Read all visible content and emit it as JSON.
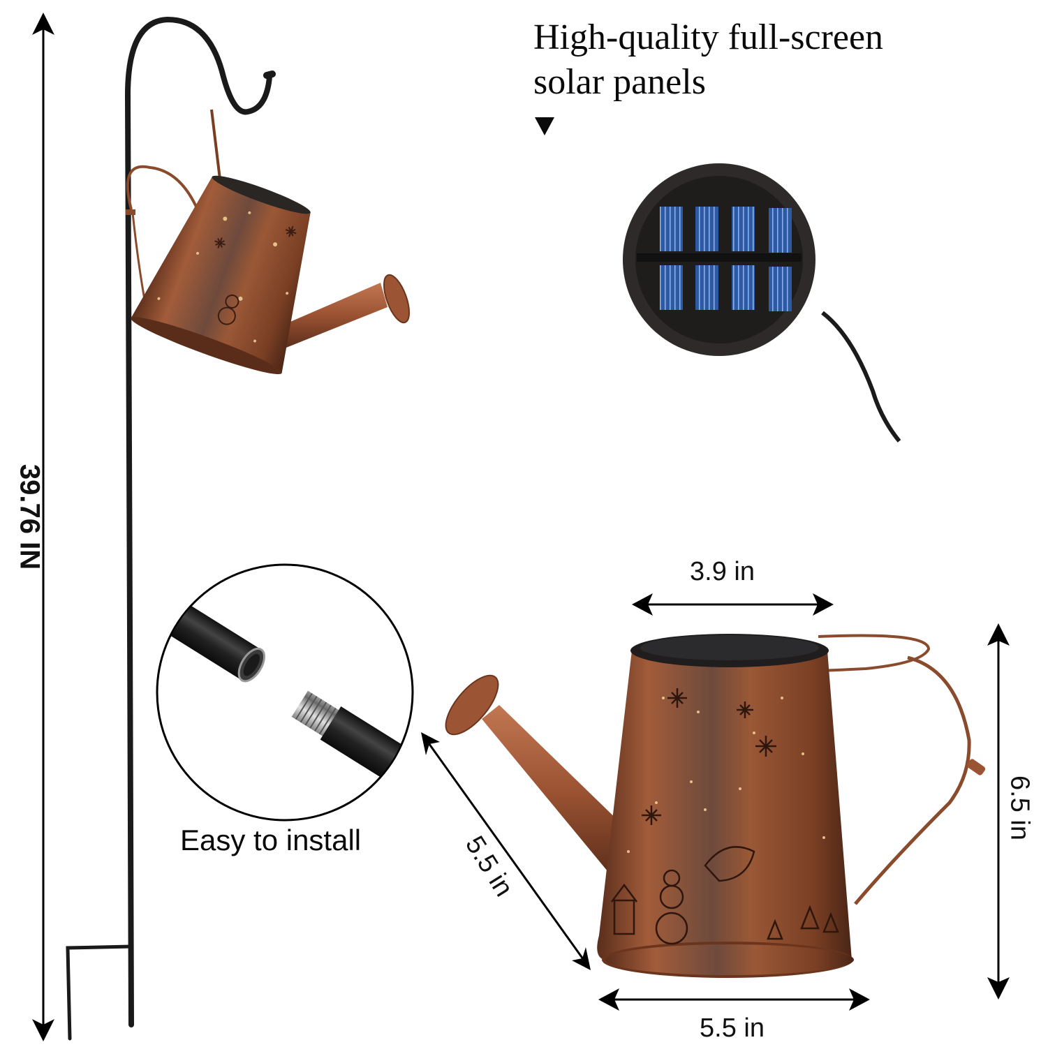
{
  "headline": {
    "line1": "High-quality full-screen",
    "line2": "solar panels",
    "pointer": "down-triangle"
  },
  "dimensions": {
    "total_height": "39.76 IN",
    "top_width": "3.9 in",
    "spout_length": "5.5 in",
    "can_height": "6.5 in",
    "base_width": "5.5 in"
  },
  "callouts": {
    "install": "Easy to install"
  },
  "colors": {
    "copper": "#8a4a2c",
    "copper_light": "#b8714a",
    "copper_dark": "#4e2a1b",
    "stake": "#1a1a1a",
    "solar_cell": "#2f5fa6",
    "solar_housing": "#2a2626",
    "text": "#0a0a0a"
  },
  "panels": [
    {
      "id": "stake-with-hanging-can",
      "label": "Shepherd hook with hanging watering can"
    },
    {
      "id": "solar-panel",
      "label": "Round solar panel with 8 cells"
    },
    {
      "id": "install-detail",
      "label": "Threaded stake joint"
    },
    {
      "id": "can-dimensions",
      "label": "Watering can with dimensions"
    }
  ]
}
